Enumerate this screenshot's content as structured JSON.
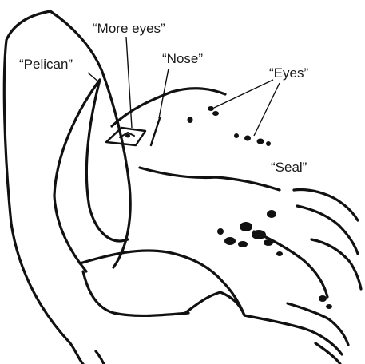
{
  "labels": {
    "more_eyes": "“More eyes”",
    "pelican": "“Pelican”",
    "nose": "“Nose”",
    "eyes": "“Eyes”",
    "seal": "“Seal”"
  },
  "colors": {
    "ink": "#111111",
    "background": "#ffffff"
  }
}
